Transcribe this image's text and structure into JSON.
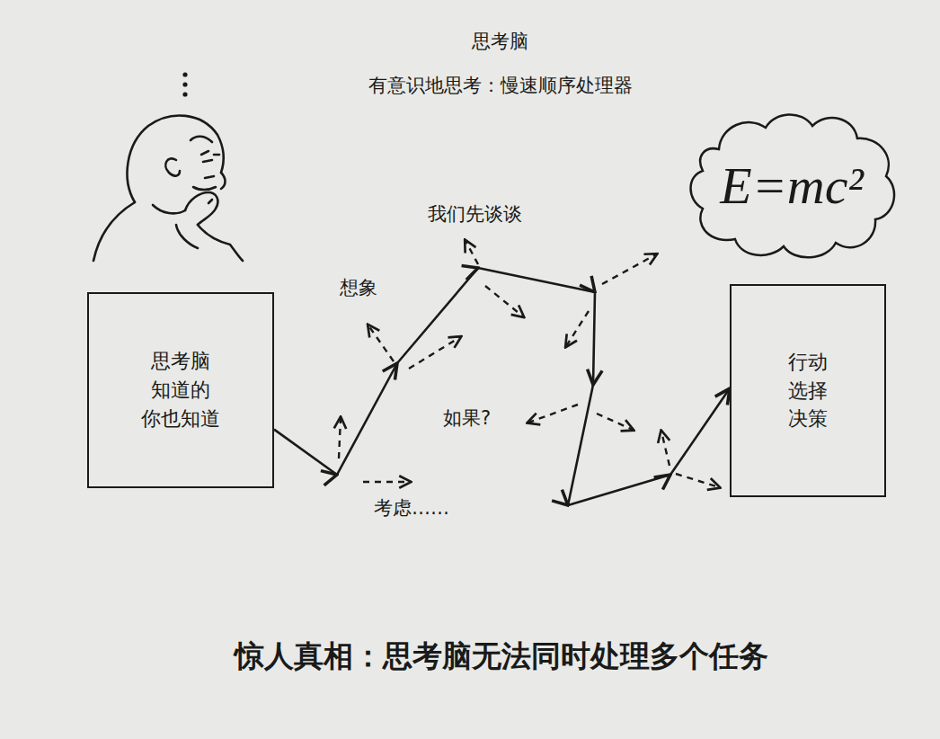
{
  "diagram": {
    "title": "思考脑",
    "caption": "惊人真相：思考脑无法同时处理多个任务",
    "nodes": [
      {
        "text": [
          "思考脑 知道的 你也知道"
        ]
      },
      {
        "text": [
          "E=mc²"
        ]
      },
      {
        "text": [
          "行动 选择 决策"
        ]
      }
    ],
    "edges": [
      {
        "from": 0,
        "to": 2,
        "arrow": "to"
      }
    ],
    "labels": [
      "有意识地思考：慢速顺序处理器",
      "我们先谈谈",
      "想象",
      "如果?",
      "考虑……"
    ]
  }
}
